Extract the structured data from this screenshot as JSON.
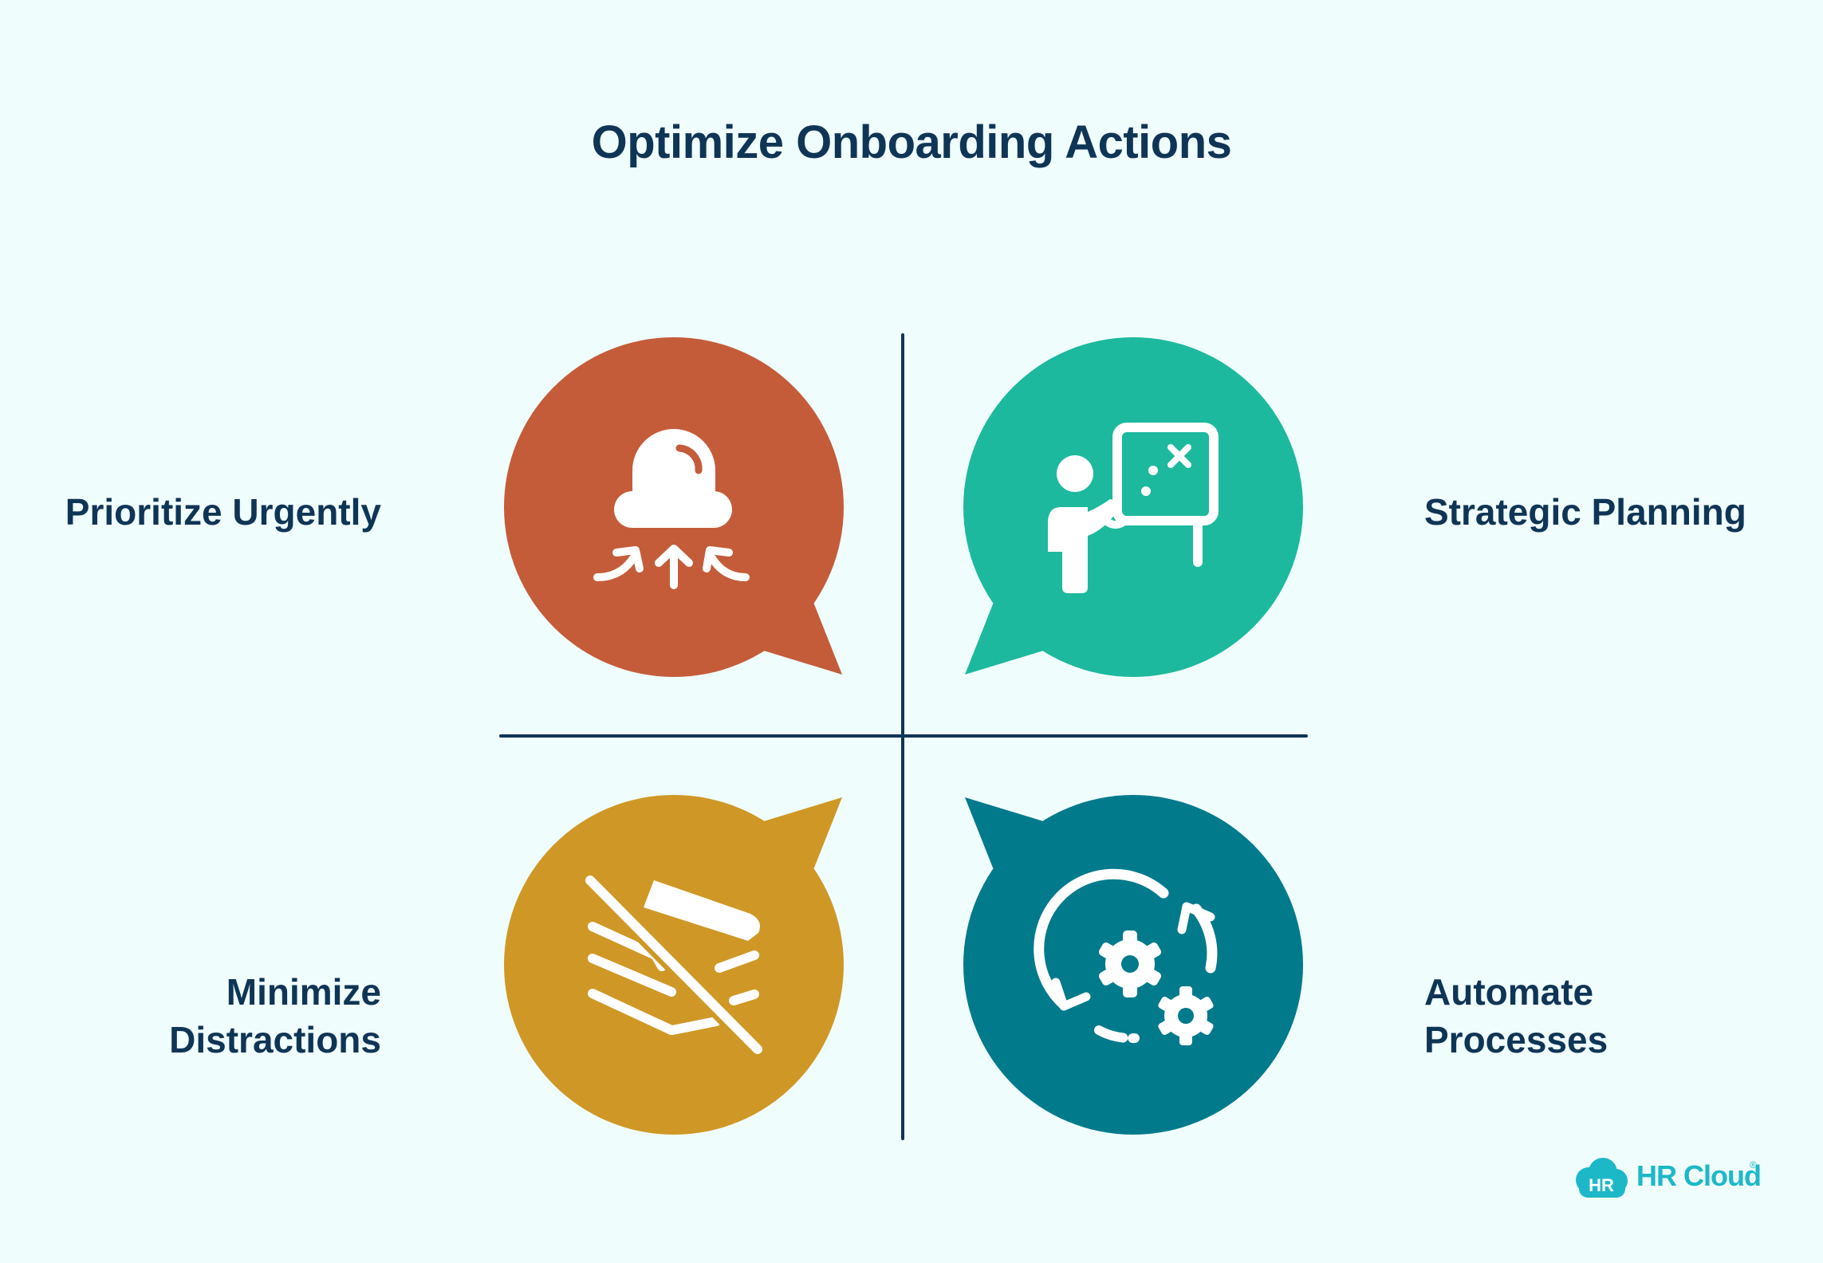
{
  "title": "Optimize Onboarding Actions",
  "quadrants": [
    {
      "position": "top-left",
      "lines": [
        "Prioritize Urgently"
      ],
      "color": "#c45c3a",
      "icon": "alarm-siren-icon"
    },
    {
      "position": "top-right",
      "lines": [
        "Strategic Planning"
      ],
      "color": "#1db99e",
      "icon": "presenter-board-icon"
    },
    {
      "position": "bottom-left",
      "lines": [
        "Minimize",
        "Distractions"
      ],
      "color": "#cf9826",
      "icon": "notification-off-icon"
    },
    {
      "position": "bottom-right",
      "lines": [
        "Automate",
        "Processes"
      ],
      "color": "#017a8c",
      "icon": "gears-cycle-icon"
    }
  ],
  "colors": {
    "background": "#f0fdfd",
    "text": "#0f3556",
    "axis": "#0f3556",
    "brand": "#1db8c8"
  },
  "brand": {
    "badge": "HR",
    "name": "HR Cloud",
    "mark": "®"
  }
}
